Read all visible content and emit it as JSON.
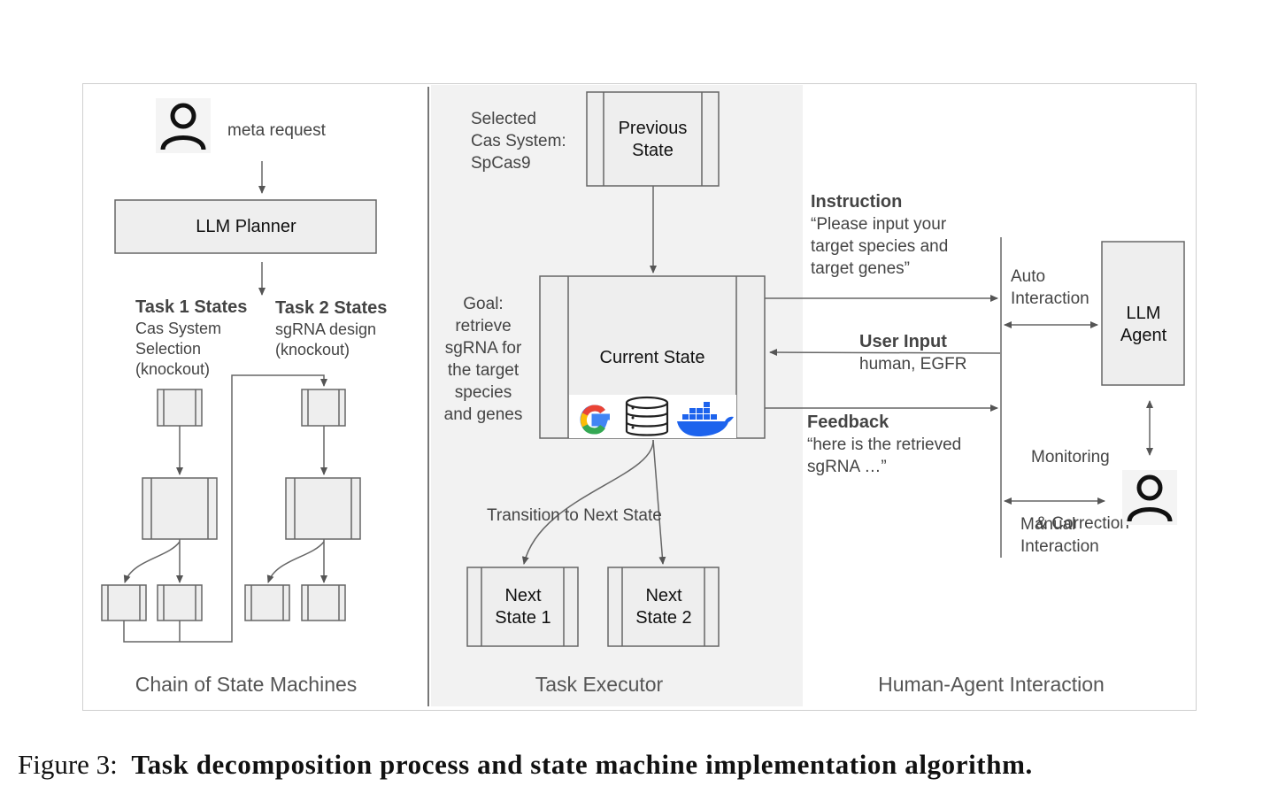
{
  "left_panel": {
    "meta_request": "meta request",
    "planner": "LLM  Planner",
    "task1": {
      "title": "Task 1 States",
      "lines": [
        "Cas System",
        "Selection",
        "(knockout)"
      ]
    },
    "task2": {
      "title": "Task 2 States",
      "lines": [
        "sgRNA design",
        "(knockout)"
      ]
    },
    "section_label": "Chain of State Machines"
  },
  "executor": {
    "selected": [
      "Selected",
      "Cas System:",
      "SpCas9"
    ],
    "previous_state": [
      "Previous",
      "State"
    ],
    "goal": [
      "Goal:",
      "retrieve",
      "sgRNA for",
      "the target",
      "species",
      "and genes"
    ],
    "current_state": "Current State",
    "tools": [
      "google-logo-icon",
      "database-icon",
      "docker-logo-icon"
    ],
    "transition": "Transition to Next State",
    "next1": [
      "Next",
      "State 1"
    ],
    "next2": [
      "Next",
      "State 2"
    ],
    "section_label": "Task Executor"
  },
  "interaction": {
    "instruction_title": "Instruction",
    "instruction_lines": [
      "“Please input your",
      "target species and",
      "target genes”"
    ],
    "user_input_title": "User Input",
    "user_input_value": "human, EGFR",
    "feedback_title": "Feedback",
    "feedback_lines": [
      "“here is the retrieved",
      "sgRNA …”"
    ],
    "auto_interaction": [
      "Auto",
      "Interaction"
    ],
    "llm_agent": [
      "LLM",
      "Agent"
    ],
    "monitoring": [
      "Monitoring",
      " & Correction"
    ],
    "manual_interaction": [
      "Manual",
      "Interaction"
    ],
    "section_label": "Human-Agent Interaction"
  },
  "caption": {
    "prefix": "Figure 3:",
    "title": "Task decomposition process and state machine implementation algorithm."
  }
}
